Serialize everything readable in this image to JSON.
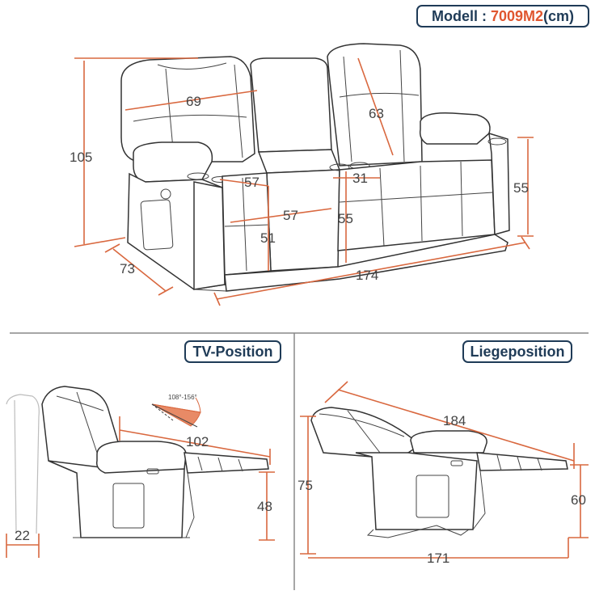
{
  "header": {
    "model_label": "Modell : ",
    "model_number": "7009M2",
    "unit": "(cm)"
  },
  "panels": {
    "tv_title": "TV-Position",
    "lie_title": "Liegeposition"
  },
  "dimensions": {
    "top": {
      "backrest_width": "69",
      "back_height_right": "63",
      "total_height": "105",
      "seat_width_left": "57",
      "seat_depth": "57",
      "cup_spacing": "31",
      "seat_height": "51",
      "console_height": "55",
      "arm_height": "55",
      "depth": "73",
      "total_width": "174"
    },
    "tv": {
      "angle": "108°-156°",
      "length": "102",
      "leg_height": "48",
      "wall_gap": "22"
    },
    "lie": {
      "length": "184",
      "height": "75",
      "leg_height": "60",
      "floor_length": "171"
    }
  },
  "colors": {
    "accent": "#e0562f",
    "dimension_line": "#d9683f",
    "title_border": "#1f3b57"
  }
}
